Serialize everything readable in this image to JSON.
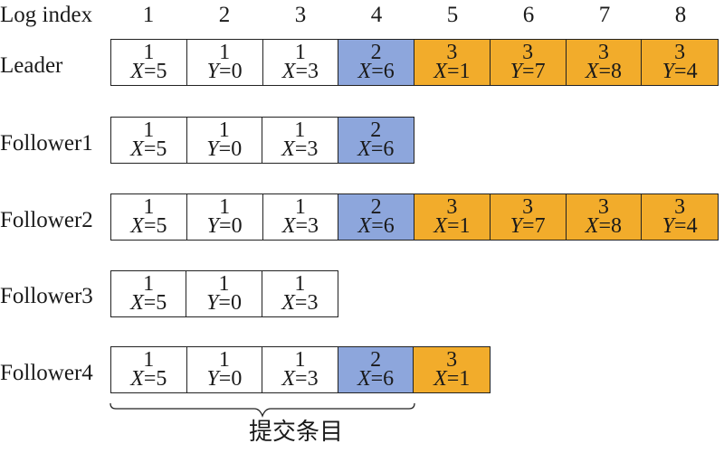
{
  "header": {
    "label": "Log index"
  },
  "indices": [
    "1",
    "2",
    "3",
    "4",
    "5",
    "6",
    "7",
    "8"
  ],
  "term_colors": {
    "1": "#ffffff",
    "2": "#8da6dc",
    "3": "#f2ac2b"
  },
  "rows": [
    {
      "name": "Leader",
      "entries": [
        {
          "term": "1",
          "var": "X",
          "val": "=5"
        },
        {
          "term": "1",
          "var": "Y",
          "val": "=0"
        },
        {
          "term": "1",
          "var": "X",
          "val": "=3"
        },
        {
          "term": "2",
          "var": "X",
          "val": "=6"
        },
        {
          "term": "3",
          "var": "X",
          "val": "=1"
        },
        {
          "term": "3",
          "var": "Y",
          "val": "=7"
        },
        {
          "term": "3",
          "var": "X",
          "val": "=8"
        },
        {
          "term": "3",
          "var": "Y",
          "val": "=4"
        }
      ]
    },
    {
      "name": "Follower1",
      "entries": [
        {
          "term": "1",
          "var": "X",
          "val": "=5"
        },
        {
          "term": "1",
          "var": "Y",
          "val": "=0"
        },
        {
          "term": "1",
          "var": "X",
          "val": "=3"
        },
        {
          "term": "2",
          "var": "X",
          "val": "=6"
        }
      ]
    },
    {
      "name": "Follower2",
      "entries": [
        {
          "term": "1",
          "var": "X",
          "val": "=5"
        },
        {
          "term": "1",
          "var": "Y",
          "val": "=0"
        },
        {
          "term": "1",
          "var": "X",
          "val": "=3"
        },
        {
          "term": "2",
          "var": "X",
          "val": "=6"
        },
        {
          "term": "3",
          "var": "X",
          "val": "=1"
        },
        {
          "term": "3",
          "var": "Y",
          "val": "=7"
        },
        {
          "term": "3",
          "var": "X",
          "val": "=8"
        },
        {
          "term": "3",
          "var": "Y",
          "val": "=4"
        }
      ]
    },
    {
      "name": "Follower3",
      "entries": [
        {
          "term": "1",
          "var": "X",
          "val": "=5"
        },
        {
          "term": "1",
          "var": "Y",
          "val": "=0"
        },
        {
          "term": "1",
          "var": "X",
          "val": "=3"
        }
      ]
    },
    {
      "name": "Follower4",
      "entries": [
        {
          "term": "1",
          "var": "X",
          "val": "=5"
        },
        {
          "term": "1",
          "var": "Y",
          "val": "=0"
        },
        {
          "term": "1",
          "var": "X",
          "val": "=3"
        },
        {
          "term": "2",
          "var": "X",
          "val": "=6"
        },
        {
          "term": "3",
          "var": "X",
          "val": "=1"
        }
      ]
    }
  ],
  "committed_label": "提交条目"
}
